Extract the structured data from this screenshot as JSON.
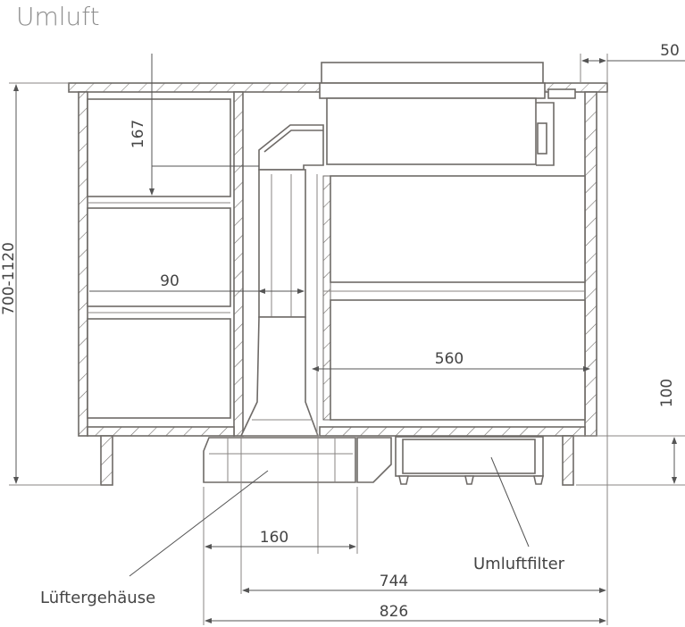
{
  "title": "Umluft",
  "dimensions": {
    "height_range": "700-1120",
    "drawer_gap": "167",
    "duct_offset": "90",
    "drawer_width": "560",
    "plinth_height": "100",
    "top_overhang": "50",
    "fan_width": "160",
    "depth_inner": "744",
    "depth_total": "826"
  },
  "labels": {
    "fan_housing": "Lüftergehäuse",
    "filter": "Umluftfilter"
  },
  "colors": {
    "line": "#6e6a67",
    "text": "#444444",
    "title": "#8c8c8c"
  }
}
